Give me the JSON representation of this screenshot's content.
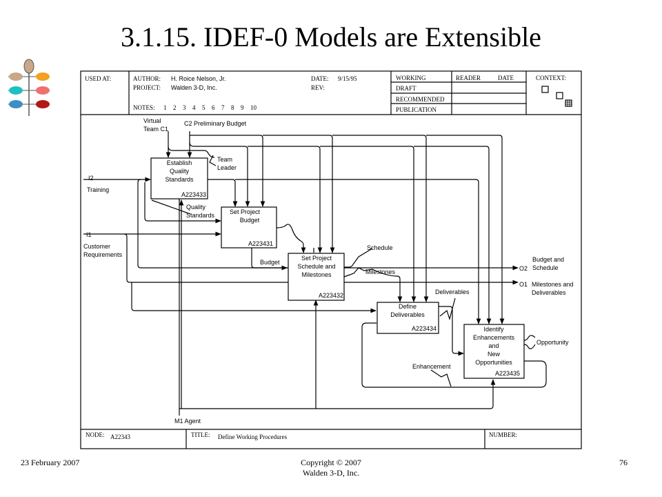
{
  "slide": {
    "title": "3.1.15. IDEF-0 Models are Extensible"
  },
  "footer": {
    "date": "23 February 2007",
    "copyright_line1": "Copyright © 2007",
    "copyright_line2": "Walden 3-D, Inc.",
    "page": "76"
  },
  "logo": {
    "colors": [
      "#c8a888",
      "#f4a020",
      "#20c0c0",
      "#f07070",
      "#3d8ec8",
      "#b01818"
    ]
  },
  "header": {
    "used_at": "USED AT:",
    "author_label": "AUTHOR:",
    "author": "H. Roice Nelson, Jr.",
    "project_label": "PROJECT:",
    "project": "Walden 3-D, Inc.",
    "notes_label": "NOTES:",
    "notes_nums": [
      "1",
      "2",
      "3",
      "4",
      "5",
      "6",
      "7",
      "8",
      "9",
      "10"
    ],
    "date_label": "DATE:",
    "date": "9/15/95",
    "rev_label": "REV:",
    "status": [
      "WORKING",
      "DRAFT",
      "RECOMMENDED",
      "PUBLICATION"
    ],
    "reader_label": "READER",
    "reader_date_label": "DATE",
    "context_label": "CONTEXT:"
  },
  "diagram": {
    "boxes": [
      {
        "lines": [
          "Establish",
          "Quality",
          "Standards"
        ],
        "number": "A223433"
      },
      {
        "lines": [
          "Set Project",
          "Budget"
        ],
        "number": "A223431"
      },
      {
        "lines": [
          "Set Project",
          "Schedule and",
          "Milestones"
        ],
        "number": "A223432"
      },
      {
        "lines": [
          "Define",
          "Deliverables"
        ],
        "number": "A223434"
      },
      {
        "lines": [
          "Identify",
          "Enhancements",
          "and",
          "New",
          "Opportunities"
        ],
        "number": "A223435"
      }
    ],
    "labels": {
      "virtual_team": [
        "Virtual",
        "Team  C1"
      ],
      "c2": "C2  Preliminary Budget",
      "team_leader": [
        "Team",
        "Leader"
      ],
      "i2": "I2",
      "training": "Training",
      "quality_standards": [
        "Quality",
        "Standards"
      ],
      "i1": "I1",
      "customer_requirements": [
        "Customer",
        "Requirements"
      ],
      "budget": "Budget",
      "schedule": "Schedule",
      "milestones": "Milestones",
      "o2": "O2",
      "budget_and_schedule": [
        "Budget and",
        "Schedule"
      ],
      "o1": "O1",
      "milestones_and_deliverables": [
        "Milestones and",
        "Deliverables"
      ],
      "deliverables": "Deliverables",
      "opportunity": "Opportunity",
      "enhancement": "Enhancement",
      "m1": "M1  Agent"
    }
  },
  "footer_form": {
    "node_label": "NODE:",
    "node": "A22343",
    "title_label": "TITLE:",
    "title": "Define Working Procedures",
    "number_label": "NUMBER:"
  }
}
